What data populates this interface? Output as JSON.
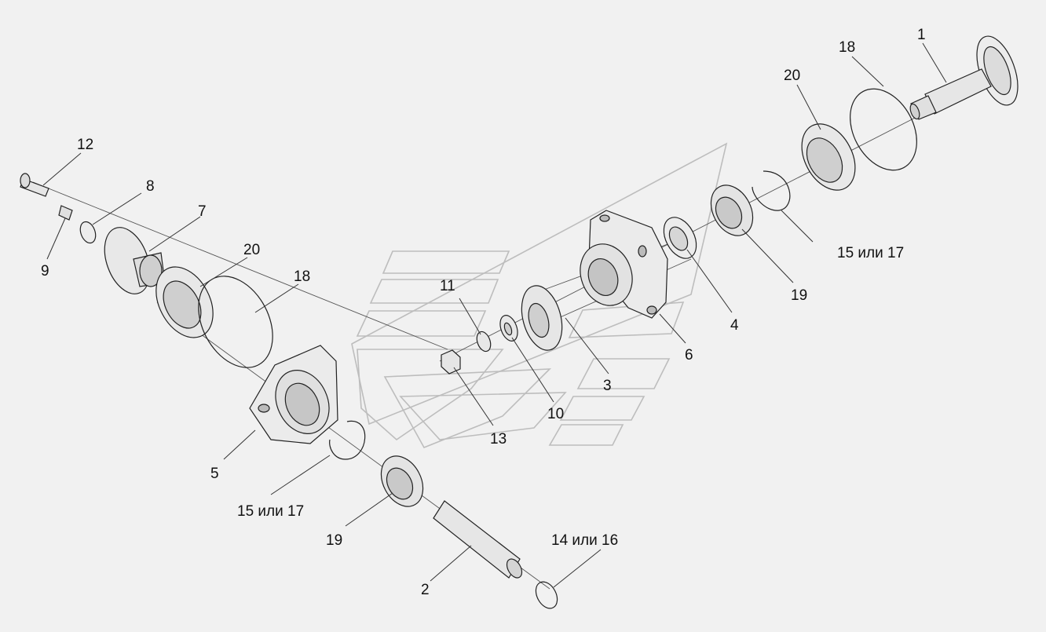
{
  "diagram": {
    "labels": [
      {
        "id": "1",
        "text": "1"
      },
      {
        "id": "2",
        "text": "2"
      },
      {
        "id": "3",
        "text": "3"
      },
      {
        "id": "4",
        "text": "4"
      },
      {
        "id": "5",
        "text": "5"
      },
      {
        "id": "6",
        "text": "6"
      },
      {
        "id": "7",
        "text": "7"
      },
      {
        "id": "8",
        "text": "8"
      },
      {
        "id": "9",
        "text": "9"
      },
      {
        "id": "10",
        "text": "10"
      },
      {
        "id": "11",
        "text": "11"
      },
      {
        "id": "12",
        "text": "12"
      },
      {
        "id": "13",
        "text": "13"
      },
      {
        "id": "14or16",
        "text": "14 или 16"
      },
      {
        "id": "15or17_left",
        "text": "15 или 17"
      },
      {
        "id": "15or17_right",
        "text": "15 или 17"
      },
      {
        "id": "18_left",
        "text": "18"
      },
      {
        "id": "18_right",
        "text": "18"
      },
      {
        "id": "19_left",
        "text": "19"
      },
      {
        "id": "19_right",
        "text": "19"
      },
      {
        "id": "20_left",
        "text": "20"
      },
      {
        "id": "20_right",
        "text": "20"
      }
    ]
  }
}
